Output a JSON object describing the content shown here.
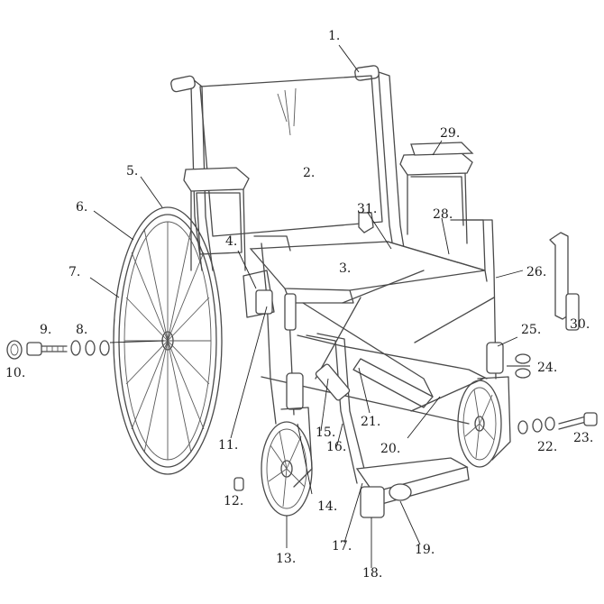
{
  "diagram": {
    "callouts": [
      {
        "id": "c1",
        "label": "1."
      },
      {
        "id": "c2",
        "label": "2."
      },
      {
        "id": "c3",
        "label": "3."
      },
      {
        "id": "c4",
        "label": "4."
      },
      {
        "id": "c5",
        "label": "5."
      },
      {
        "id": "c6",
        "label": "6."
      },
      {
        "id": "c7",
        "label": "7."
      },
      {
        "id": "c8",
        "label": "8."
      },
      {
        "id": "c9",
        "label": "9."
      },
      {
        "id": "c10",
        "label": "10."
      },
      {
        "id": "c11",
        "label": "11."
      },
      {
        "id": "c12",
        "label": "12."
      },
      {
        "id": "c13",
        "label": "13."
      },
      {
        "id": "c14",
        "label": "14."
      },
      {
        "id": "c15",
        "label": "15."
      },
      {
        "id": "c16",
        "label": "16."
      },
      {
        "id": "c17",
        "label": "17."
      },
      {
        "id": "c18",
        "label": "18."
      },
      {
        "id": "c19",
        "label": "19."
      },
      {
        "id": "c20",
        "label": "20."
      },
      {
        "id": "c21",
        "label": "21."
      },
      {
        "id": "c22",
        "label": "22."
      },
      {
        "id": "c23",
        "label": "23."
      },
      {
        "id": "c24",
        "label": "24."
      },
      {
        "id": "c25",
        "label": "25."
      },
      {
        "id": "c26",
        "label": "26."
      },
      {
        "id": "c28",
        "label": "28."
      },
      {
        "id": "c29",
        "label": "29."
      },
      {
        "id": "c30",
        "label": "30."
      },
      {
        "id": "c31",
        "label": "31."
      }
    ]
  }
}
